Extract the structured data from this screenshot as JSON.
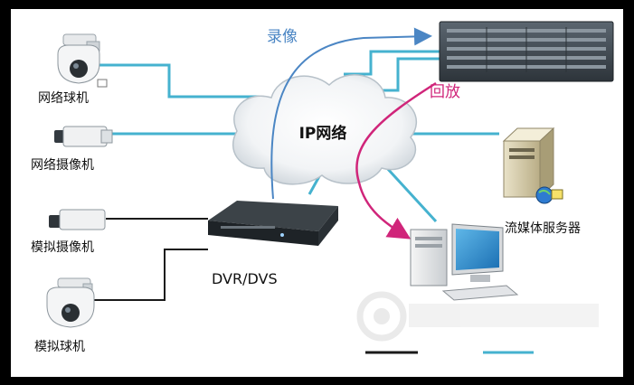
{
  "diagram": {
    "devices": {
      "network_dome": "网络球机",
      "network_camera": "网络摄像机",
      "analog_camera": "模拟摄像机",
      "analog_dome": "模拟球机",
      "dvr": "DVR/DVS",
      "network": "IP网络",
      "streaming_server": "流媒体服务器"
    },
    "flows": {
      "record": "录像",
      "playback": "回放"
    },
    "colors": {
      "network_line": "#45b2cf",
      "record_arrow": "#4b86c4",
      "playback_arrow": "#d0257a",
      "analog_line": "#1a1a1a"
    }
  }
}
